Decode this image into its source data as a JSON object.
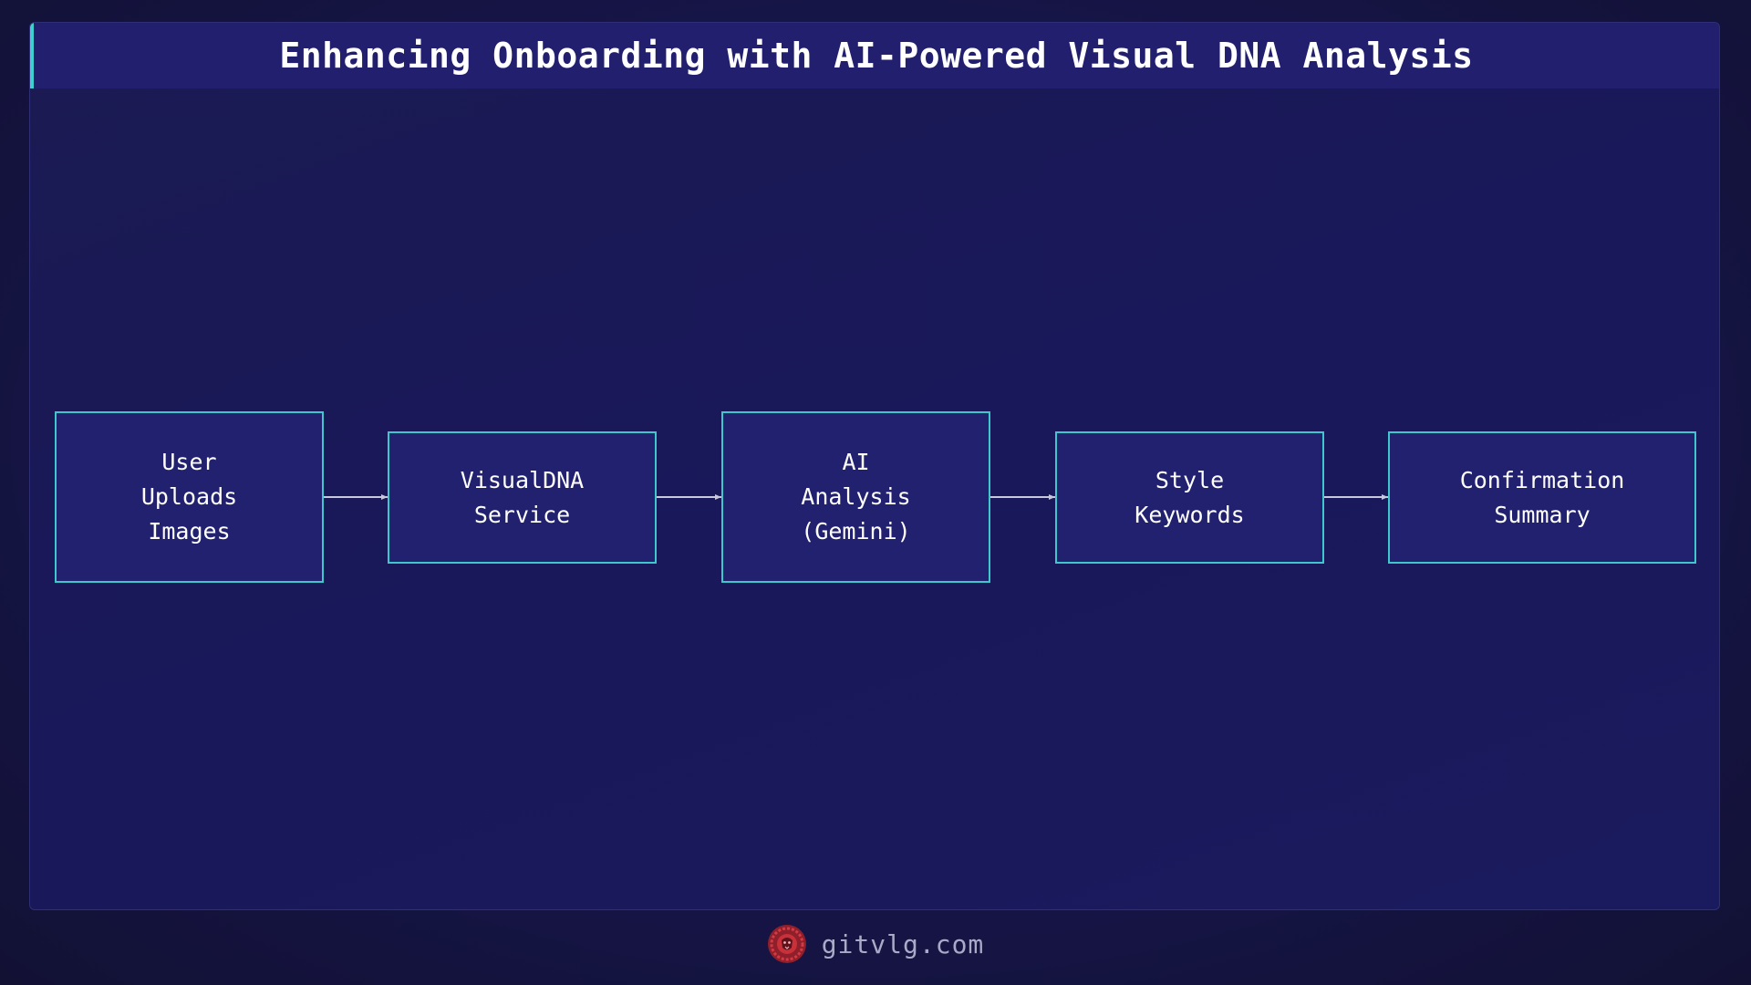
{
  "header": {
    "title": "Enhancing Onboarding with AI-Powered Visual DNA Analysis"
  },
  "diagram": {
    "nodes": [
      {
        "id": "user-uploads-images",
        "label": "User\nUploads\n Images"
      },
      {
        "id": "visualdna-service",
        "label": "VisualDNA\n Service"
      },
      {
        "id": "ai-analysis-gemini",
        "label": "AI\nAnalysis\n (Gemini)"
      },
      {
        "id": "style-keywords",
        "label": "Style\n Keywords"
      },
      {
        "id": "confirmation-summary",
        "label": "Confirmation\n Summary"
      }
    ],
    "edges": [
      {
        "from": "user-uploads-images",
        "to": "visualdna-service"
      },
      {
        "from": "visualdna-service",
        "to": "ai-analysis-gemini"
      },
      {
        "from": "ai-analysis-gemini",
        "to": "style-keywords"
      },
      {
        "from": "style-keywords",
        "to": "confirmation-summary"
      }
    ]
  },
  "footer": {
    "site": "gitvlg.com",
    "logo_icon": "lion-logo-icon"
  },
  "colors": {
    "accent": "#3ec7cc",
    "node_fill": "#22216f",
    "arrow": "#c8c8dc",
    "logo": "#c8313a"
  }
}
